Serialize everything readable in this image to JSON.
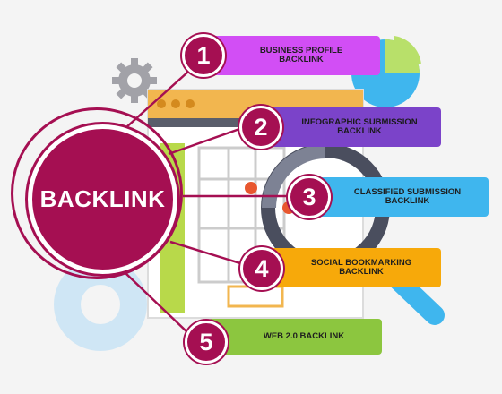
{
  "hub": {
    "label": "BACKLINK"
  },
  "items": [
    {
      "number": "1",
      "label": "BUSINESS PROFILE BACKLINK",
      "color": "#d24ef5"
    },
    {
      "number": "2",
      "label": "INFOGRAPHIC SUBMISSION BACKLINK",
      "color": "#7b43c9"
    },
    {
      "number": "3",
      "label": "CLASSIFIED SUBMISSION BACKLINK",
      "color": "#3fb6ee"
    },
    {
      "number": "4",
      "label": "SOCIAL BOOKMARKING BACKLINK",
      "color": "#f7a90a"
    },
    {
      "number": "5",
      "label": "WEB 2.0 BACKLINK",
      "color": "#8cc63f"
    }
  ],
  "colors": {
    "accent": "#a50f52",
    "browser_bar": "#f2b64f",
    "magnifier": "#4a4e5e",
    "pie": "#3fb6ee",
    "pie_slice": "#b8e06a",
    "gear": "#9a9aa0",
    "bar_green": "#8cc63f"
  }
}
